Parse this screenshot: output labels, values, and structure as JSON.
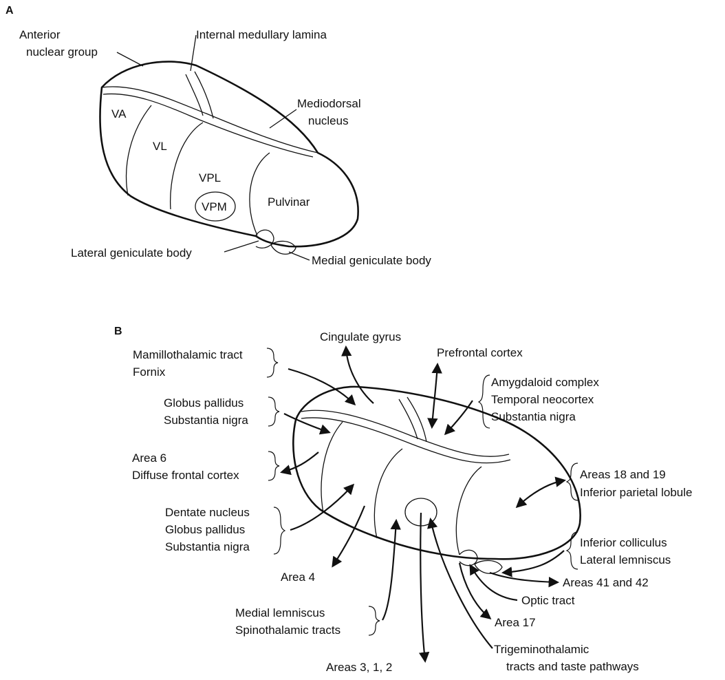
{
  "panel_a": {
    "label": "A",
    "anterior_nuclear_group": [
      "Anterior",
      "nuclear group"
    ],
    "internal_medullary_lamina": "Internal medullary lamina",
    "mediodorsal_nucleus": [
      "Mediodorsal",
      "nucleus"
    ],
    "va": "VA",
    "vl": "VL",
    "vpl": "VPL",
    "vpm": "VPM",
    "pulvinar": "Pulvinar",
    "lateral_geniculate_body": "Lateral geniculate body",
    "medial_geniculate_body": "Medial geniculate body"
  },
  "panel_b": {
    "label": "B",
    "cingulate_gyrus": "Cingulate gyrus",
    "prefrontal_cortex": "Prefrontal cortex",
    "mamillothalamic_group": [
      "Mamillothalamic tract",
      "Fornix"
    ],
    "globus_substantia_group": [
      "Globus pallidus",
      "Substantia nigra"
    ],
    "area6_group": [
      "Area 6",
      "Diffuse frontal cortex"
    ],
    "dentate_group": [
      "Dentate nucleus",
      "Globus pallidus",
      "Substantia nigra"
    ],
    "area4": "Area 4",
    "amygdaloid_group": [
      "Amygdaloid complex",
      "Temporal neocortex",
      "Substantia nigra"
    ],
    "areas_18_19_group": [
      "Areas 18 and 19",
      "Inferior parietal lobule"
    ],
    "inferior_colliculus_group": [
      "Inferior colliculus",
      "Lateral lemniscus"
    ],
    "areas_41_42": "Areas 41 and 42",
    "optic_tract": "Optic tract",
    "area17": "Area 17",
    "medial_lemniscus_group": [
      "Medial lemniscus",
      "Spinothalamic tracts"
    ],
    "areas_3_1_2": "Areas 3, 1,  2",
    "trigeminothalamic": [
      "Trigeminothalamic",
      "tracts and taste pathways"
    ]
  }
}
